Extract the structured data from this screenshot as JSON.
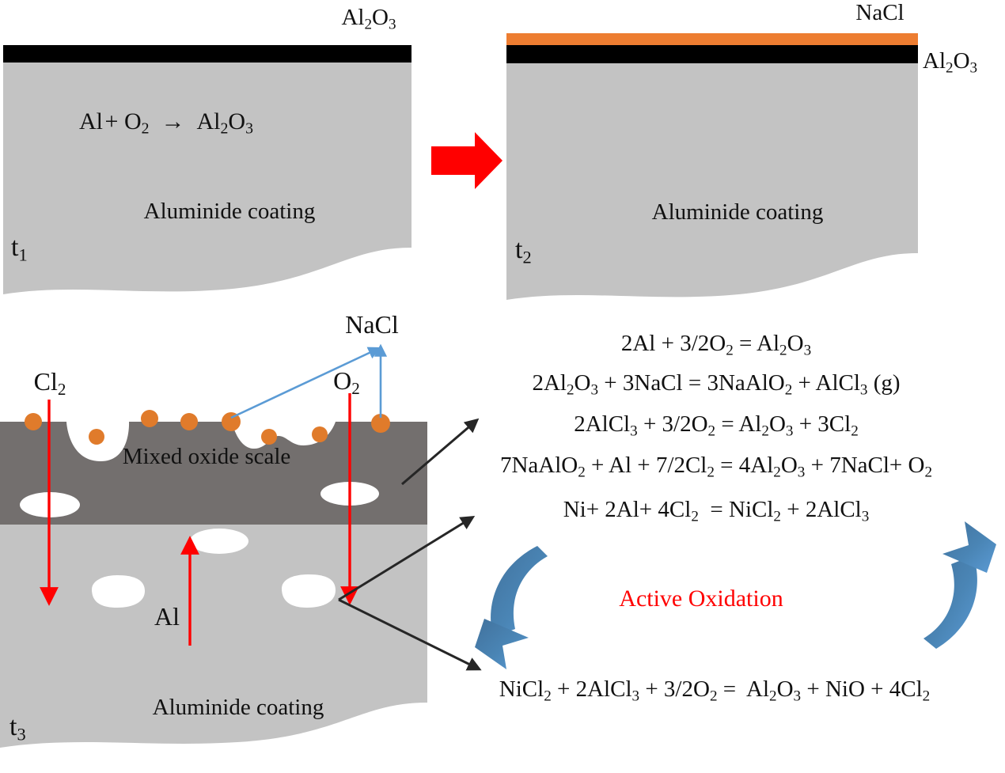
{
  "figure": {
    "title": "Schematic of active oxidation of aluminide coating under NaCl deposit",
    "colors": {
      "coating_gray": "#c3c3c3",
      "oxide_black": "#000000",
      "nacl_orange": "#ED7D31",
      "scale_dark_gray": "#736F6E",
      "red_arrow": "#FF0000",
      "blue_arrow": "#5B9BD5",
      "curved_arrow_blue": "#3C7DB1",
      "black_arrow": "#262626",
      "active_oxidation_text": "#FF0000",
      "pore_white": "#FFFFFF",
      "background": "#FFFFFF"
    }
  },
  "panel_t1": {
    "time_label": "t",
    "time_sub": "1",
    "top_layer_label": "Al",
    "top_layer_sub1": "2",
    "top_layer_mid": "O",
    "top_layer_sub2": "3",
    "reaction": {
      "reactant1": "Al",
      "plus": "+",
      "reactant2": "O",
      "reactant2_sub": "2",
      "arrow": "→",
      "product": "Al",
      "product_sub1": "2",
      "product_mid": "O",
      "product_sub2": "3"
    },
    "substrate_label": "Aluminide coating"
  },
  "transition": {
    "arrow_icon": "right-arrow-icon",
    "color": "#FF0000"
  },
  "panel_t2": {
    "time_label": "t",
    "time_sub": "2",
    "salt_layer_label": "NaCl",
    "oxide_layer_label": "Al",
    "oxide_layer_sub1": "2",
    "oxide_layer_mid": "O",
    "oxide_layer_sub2": "3",
    "substrate_label": "Aluminide coating"
  },
  "panel_t3": {
    "time_label": "t",
    "time_sub": "3",
    "scale_label": "Mixed oxide scale",
    "substrate_label": "Aluminide coating",
    "species": {
      "chlorine_in": "Cl",
      "chlorine_in_sub": "2",
      "oxygen_in": "O",
      "oxygen_in_sub": "2",
      "nacl_out": "NaCl",
      "aluminium_out": "Al"
    }
  },
  "equations": [
    {
      "id": "eq1",
      "html": "2Al + 3/2O<sub>2</sub> = Al<sub>2</sub>O<sub>3</sub>"
    },
    {
      "id": "eq2",
      "html": "2Al<sub>2</sub>O<sub>3</sub> + 3NaCl = 3NaAlO<sub>2</sub> + AlCl<sub>3</sub>&nbsp;(g)"
    },
    {
      "id": "eq3",
      "html": "2AlCl<sub>3</sub> + 3/2O<sub>2</sub> = Al<sub>2</sub>O<sub>3</sub> + 3Cl<sub>2</sub>"
    },
    {
      "id": "eq4",
      "html": "7NaAlO<sub>2</sub> + Al + 7/2Cl<sub>2</sub> = 4Al<sub>2</sub>O<sub>3</sub> + 7NaCl+ O<sub>2</sub>"
    },
    {
      "id": "eq5",
      "html": "Ni+ 2Al+ 4Cl<sub>2</sub>&nbsp; = NiCl<sub>2</sub> + 2AlCl<sub>3</sub>"
    },
    {
      "id": "eq6",
      "html": "NiCl<sub>2</sub> + 2AlCl<sub>3</sub> + 3/2O<sub>2</sub> =&nbsp; Al<sub>2</sub>O<sub>3</sub> + NiO + 4Cl<sub>2</sub>"
    }
  ],
  "cycle": {
    "label": "Active Oxidation",
    "left_arrow_icon": "curved-arrow-down-icon",
    "right_arrow_icon": "curved-arrow-up-icon"
  }
}
